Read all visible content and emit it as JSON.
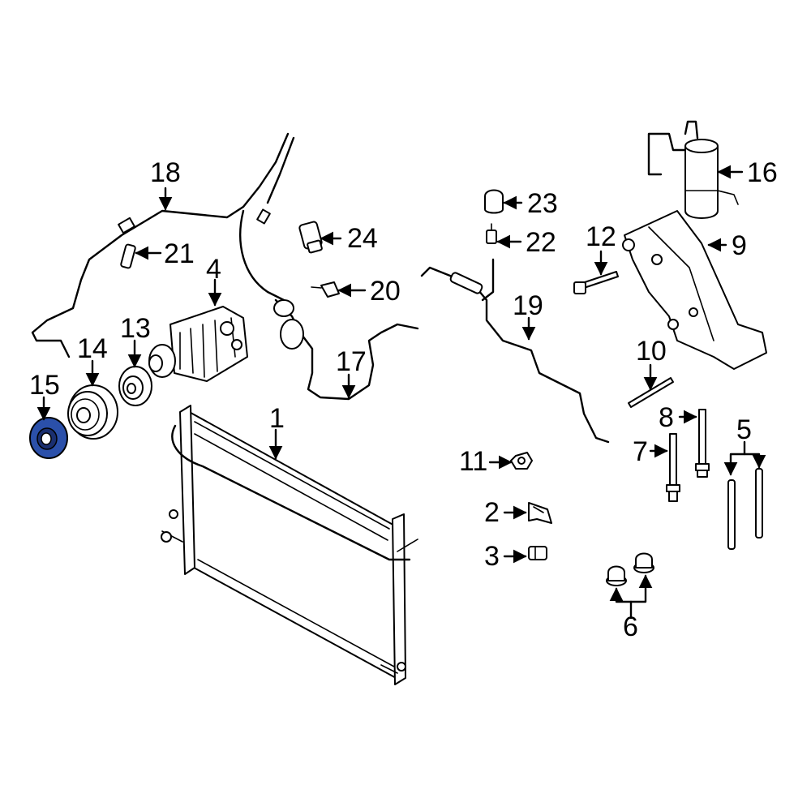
{
  "highlight_color": "#2b50aa",
  "callouts": {
    "c1": "1",
    "c2": "2",
    "c3": "3",
    "c4": "4",
    "c5": "5",
    "c6": "6",
    "c7": "7",
    "c8": "8",
    "c9": "9",
    "c10": "10",
    "c11": "11",
    "c12": "12",
    "c13": "13",
    "c14": "14",
    "c15": "15",
    "c16": "16",
    "c17": "17",
    "c18": "18",
    "c19": "19",
    "c20": "20",
    "c21": "21",
    "c22": "22",
    "c23": "23",
    "c24": "24"
  }
}
